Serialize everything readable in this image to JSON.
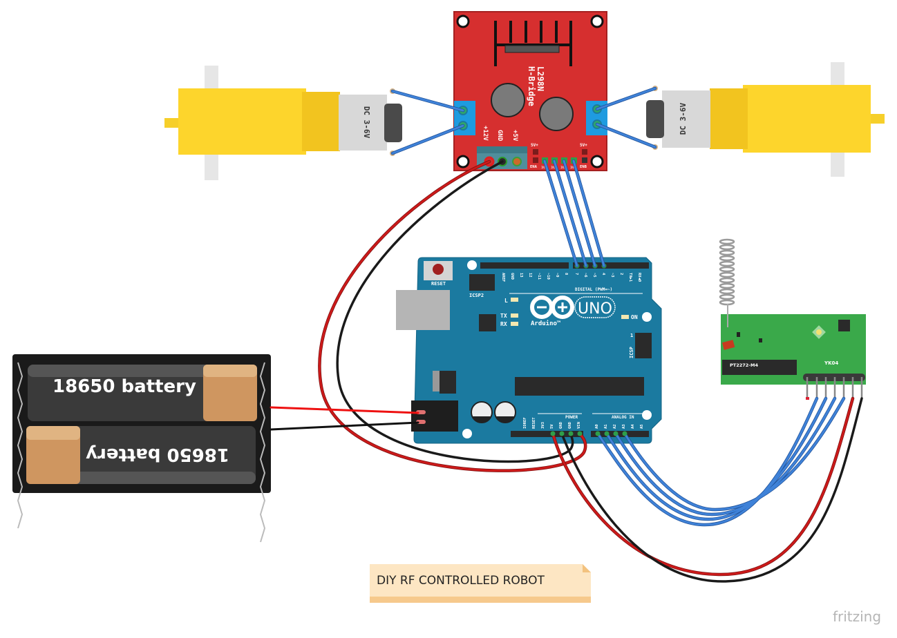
{
  "motors": {
    "left_label": "DC 3-6V",
    "right_label": "DC 3-6V"
  },
  "hbridge": {
    "title_line1": "L298N",
    "title_line2": "H-Bridge",
    "power_labels": [
      "+12V",
      "GND",
      "+5V"
    ],
    "pin_5v_left": "5V+",
    "pin_5v_right": "5V+",
    "pin_ena": "ENA",
    "pin_enb": "ENB",
    "in_pins": [
      "IN1",
      "IN2",
      "IN3",
      "IN4"
    ],
    "board_color": "#d62f2f",
    "terminal_color": "#1e9be0"
  },
  "arduino": {
    "reset_label": "RESET",
    "icsp2_label": "ICSP2",
    "icsp_label": "ICSP",
    "icsp_pin1": "1",
    "led_l": "L",
    "led_tx": "TX",
    "led_rx": "RX",
    "led_on": "ON",
    "logo_text": "UNO",
    "brand": "Arduino™",
    "digital_label": "DIGITAL (PWM=~)",
    "digital_pins": [
      "AREF",
      "GND",
      "13",
      "12",
      "~11",
      "~10",
      "~9",
      "8",
      "7",
      "~6",
      "~5",
      "4",
      "~3",
      "2",
      "TX▶1",
      "RX◀0"
    ],
    "power_label": "POWER",
    "power_pins": [
      "IOREF",
      "RESET",
      "3V3",
      "5V",
      "GND",
      "GND",
      "VIN"
    ],
    "analog_label": "ANALOG IN",
    "analog_pins": [
      "A0",
      "A1",
      "A2",
      "A3",
      "A4",
      "A5"
    ],
    "board_color": "#1b7aa0"
  },
  "battery": {
    "cell_top_label": "18650 battery",
    "cell_bottom_label": "18650 battery"
  },
  "rf_module": {
    "chip_label": "PT2272-M4",
    "module_label": "YK04",
    "board_color": "#3aa94a"
  },
  "note": {
    "text": "DIY RF CONTROLLED ROBOT"
  },
  "watermark": "fritzing",
  "wire_colors": {
    "signal": "#3f82d8",
    "power": "#cc1a1a",
    "ground": "#1a1a1a"
  }
}
